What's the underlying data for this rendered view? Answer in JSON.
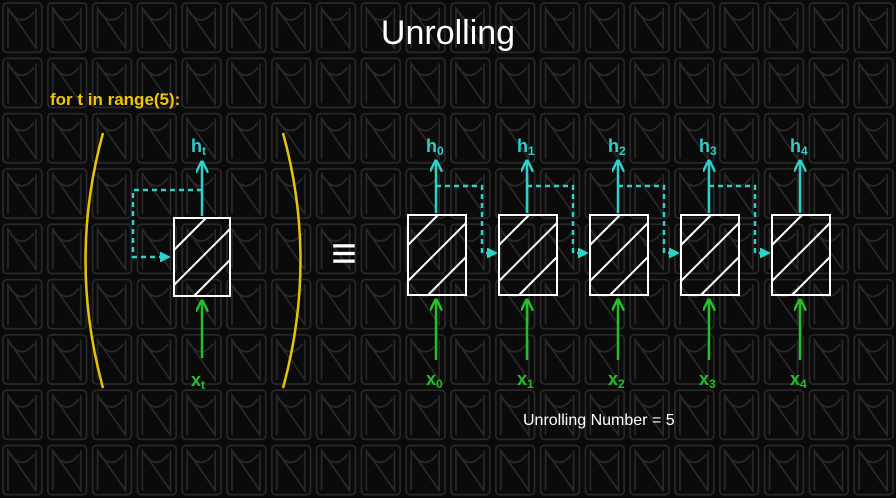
{
  "title": "Unrolling",
  "code_line": "for t in range(5):",
  "rolled": {
    "output": "h",
    "output_sub": "t",
    "input": "x",
    "input_sub": "t"
  },
  "equivalence_symbol": "≡",
  "unrolled": [
    {
      "output": "h",
      "output_sub": "0",
      "input": "x",
      "input_sub": "0"
    },
    {
      "output": "h",
      "output_sub": "1",
      "input": "x",
      "input_sub": "1"
    },
    {
      "output": "h",
      "output_sub": "2",
      "input": "x",
      "input_sub": "2"
    },
    {
      "output": "h",
      "output_sub": "3",
      "input": "x",
      "input_sub": "3"
    },
    {
      "output": "h",
      "output_sub": "4",
      "input": "x",
      "input_sub": "4"
    }
  ],
  "unrolling_note": "Unrolling Number = 5",
  "colors": {
    "background": "#0a0a0a",
    "pattern": "#2a2a2a",
    "output_arrow": "#2fd0c8",
    "input_arrow": "#22c02a",
    "bracket": "#e8c400",
    "code_text": "#f2c500",
    "cell": "#ffffff"
  }
}
